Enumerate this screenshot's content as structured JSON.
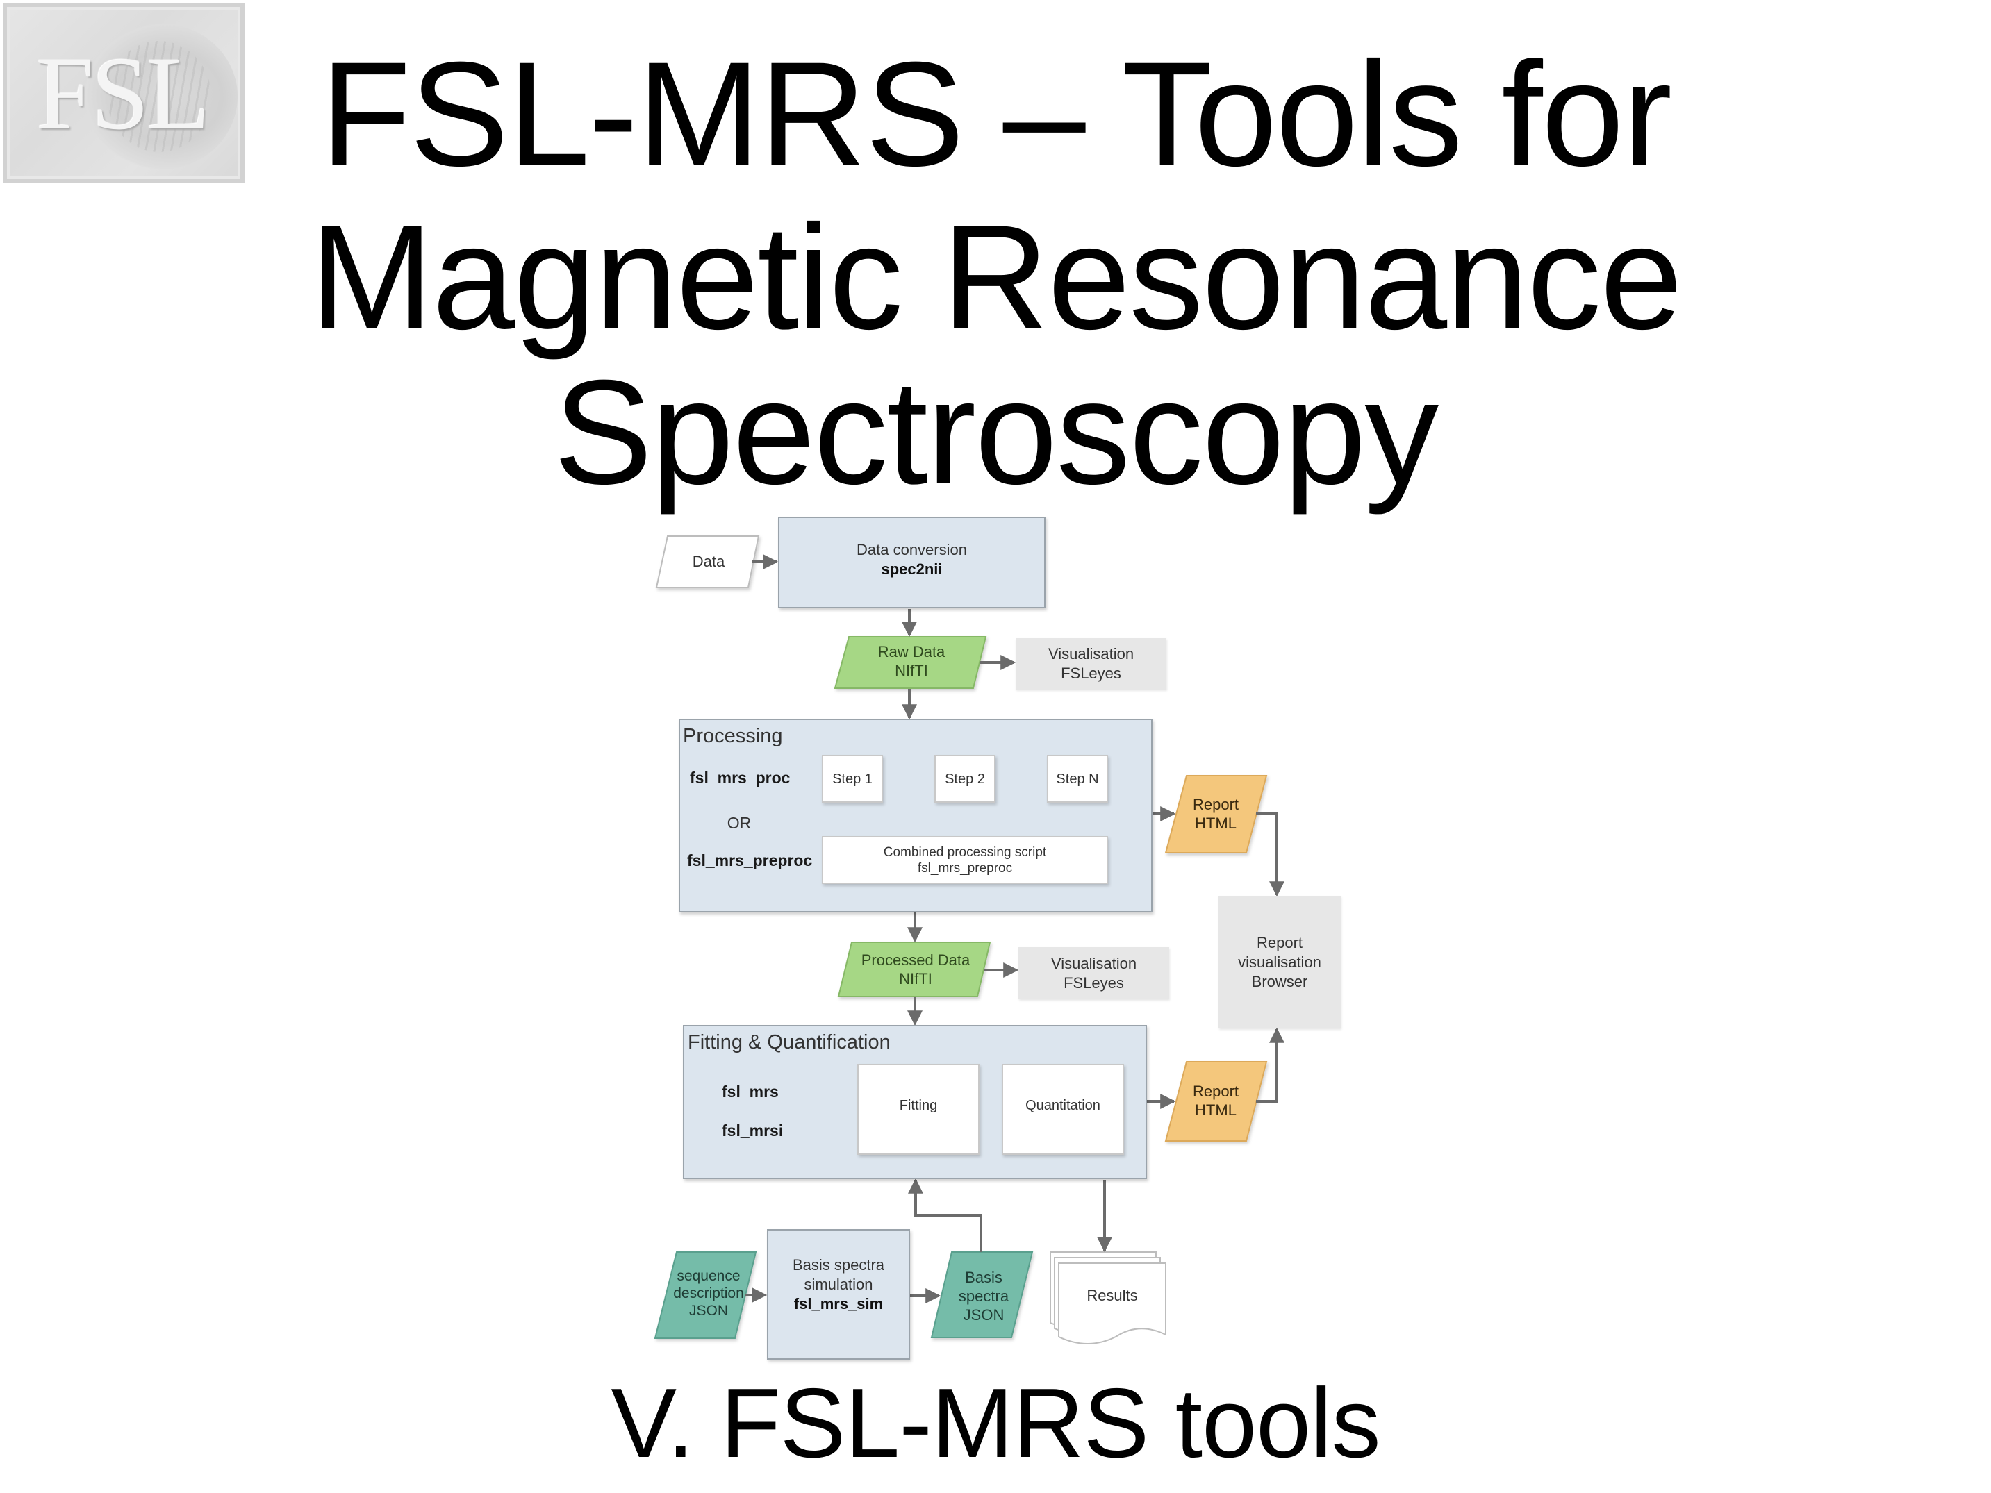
{
  "logo": {
    "text": "FSL"
  },
  "title": {
    "lines": [
      "FSL-MRS – Tools for",
      "Magnetic Resonance",
      "Spectroscopy"
    ]
  },
  "subtitle": "V. FSL-MRS tools",
  "colors": {
    "container_blue": "#dce5ee",
    "data_green": "#a6d785",
    "report_orange": "#f4c77c",
    "json_teal": "#74bca9",
    "visualisation_grey": "#e7e7e7",
    "connector": "#6b6b6b"
  },
  "diagram": {
    "data_input": "Data",
    "data_conversion": {
      "title": "Data conversion",
      "command": "spec2nii"
    },
    "raw_data": {
      "line1": "Raw Data",
      "line2": "NIfTI"
    },
    "visualisation_1": {
      "line1": "Visualisation",
      "line2": "FSLeyes"
    },
    "processing": {
      "title": "Processing",
      "cmd_proc": "fsl_mrs_proc",
      "or_label": "OR",
      "cmd_preproc": "fsl_mrs_preproc",
      "steps": [
        "Step 1",
        "Step 2",
        "Step N"
      ],
      "combined": {
        "line1": "Combined processing script",
        "line2": "fsl_mrs_preproc"
      }
    },
    "report_1": {
      "line1": "Report",
      "line2": "HTML"
    },
    "report_visualisation": {
      "line1": "Report",
      "line2": "visualisation",
      "line3": "Browser"
    },
    "processed_data": {
      "line1": "Processed Data",
      "line2": "NIfTI"
    },
    "visualisation_2": {
      "line1": "Visualisation",
      "line2": "FSLeyes"
    },
    "fitting": {
      "title": "Fitting & Quantification",
      "cmd_mrs": "fsl_mrs",
      "cmd_mrsi": "fsl_mrsi",
      "fitting_label": "Fitting",
      "quantitation_label": "Quantitation"
    },
    "report_2": {
      "line1": "Report",
      "line2": "HTML"
    },
    "sequence_json": {
      "line1": "sequence",
      "line2": "description",
      "line3": "JSON"
    },
    "basis_simulation": {
      "line1": "Basis spectra",
      "line2": "simulation",
      "command": "fsl_mrs_sim"
    },
    "basis_json": {
      "line1": "Basis",
      "line2": "spectra",
      "line3": "JSON"
    },
    "results": "Results"
  }
}
